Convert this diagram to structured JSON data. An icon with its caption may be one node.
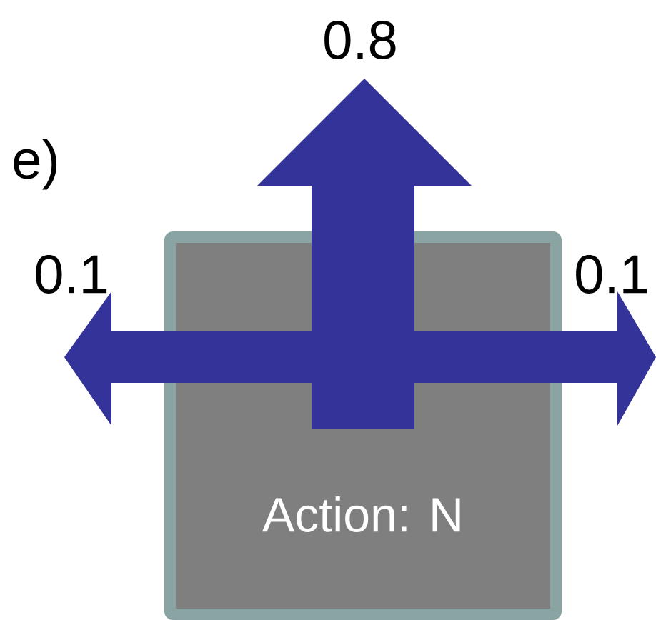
{
  "diagram": {
    "nodes": [
      {
        "text": [
          "Action: N"
        ]
      }
    ],
    "labels": [
      "e)",
      "0.8",
      "0.1",
      "0.1"
    ]
  }
}
